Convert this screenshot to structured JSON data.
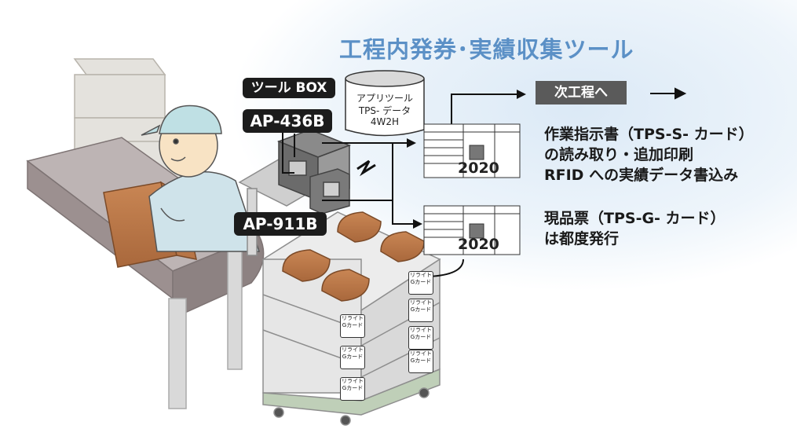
{
  "title": "工程内発券･実績収集ツール",
  "tool_box_label": "ツール BOX",
  "ap436_label": "AP-436B",
  "ap911_label": "AP-911B",
  "database": {
    "line1": "アプリツール",
    "line2": "TPS- データ",
    "line3": "4W2H"
  },
  "next_process_label": "次工程へ",
  "arrow_right": "→",
  "work_instruction": {
    "line1": "作業指示書（TPS-S- カード）",
    "line2": "の読み取り・追加印刷",
    "line3": "RFID への実績データ書込み"
  },
  "current_item_ticket": {
    "line1": "現品票（TPS-G- カード）",
    "line2": "は都度発行"
  },
  "card_year": "2020",
  "crate_tag_text": "リライトGカード",
  "colors": {
    "title": "#5b90c6",
    "background_glow": "#e3eef8",
    "label_box": "#1c1c1c",
    "next_box": "#5a5a5a"
  }
}
